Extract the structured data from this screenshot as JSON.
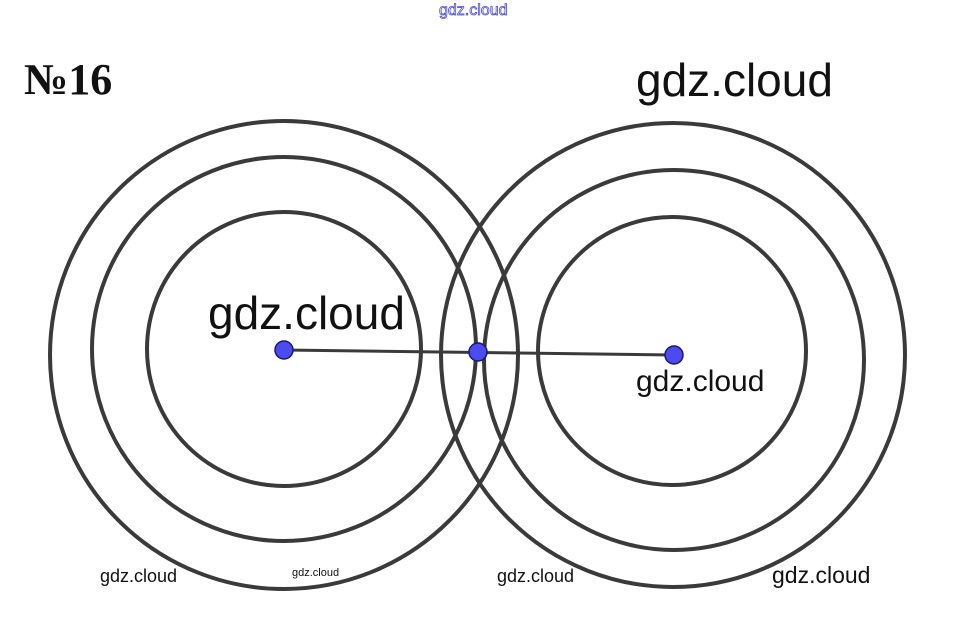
{
  "problem_label": "№16",
  "watermarks": {
    "top": "gdz.cloud",
    "big_right": "gdz.cloud",
    "big_center": "gdz.cloud",
    "point_right": "gdz.cloud",
    "bottom_1": "gdz.cloud",
    "bottom_2": "gdz.cloud",
    "bottom_3": "gdz.cloud",
    "bottom_4": "gdz.cloud"
  },
  "colors": {
    "circle_stroke": "#3a3a3a",
    "segment_stroke": "#3a3a3a",
    "point_fill": "#4b4bf0",
    "point_stroke": "#1a1a6a",
    "top_watermark": "#4a4ad9"
  },
  "diagram": {
    "circle_groups": [
      {
        "name": "left-center",
        "rings": 3
      },
      {
        "name": "right-center",
        "rings": 3
      }
    ],
    "points": [
      "left-center-point",
      "midpoint",
      "right-center-point"
    ],
    "segments": [
      "left-center-to-right-center"
    ]
  }
}
